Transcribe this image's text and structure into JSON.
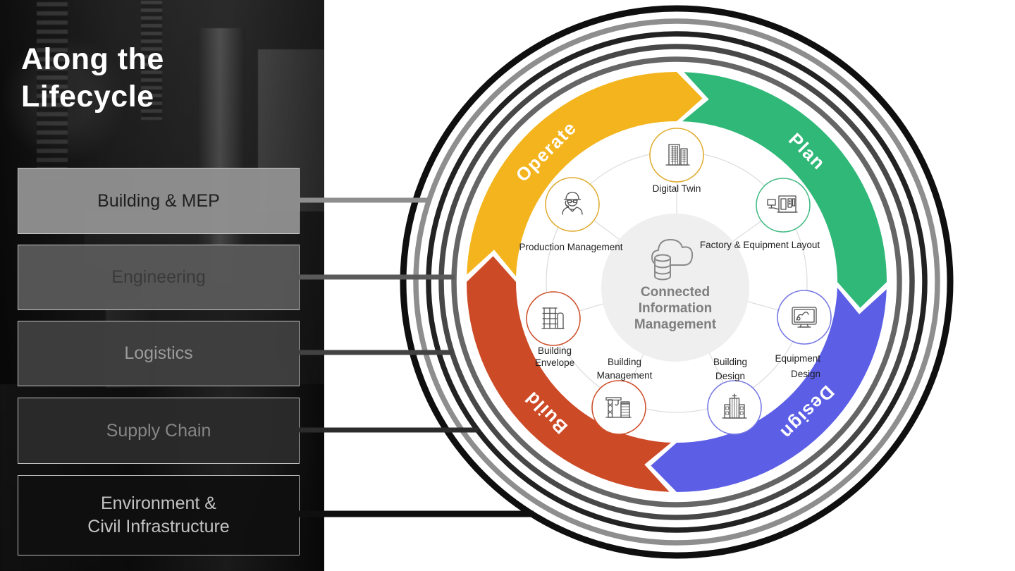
{
  "slide": {
    "title_line1": "Along the",
    "title_line2": "Lifecycle"
  },
  "sidebar": {
    "buttons": [
      {
        "id": "building-mep",
        "label": "Building & MEP"
      },
      {
        "id": "engineering",
        "label": "Engineering"
      },
      {
        "id": "logistics",
        "label": "Logistics"
      },
      {
        "id": "supply-chain",
        "label": "Supply Chain"
      },
      {
        "id": "environment-civil-infrastructure",
        "label_line1": "Environment &",
        "label_line2": "Civil Infrastructure"
      }
    ]
  },
  "diagram": {
    "phases": [
      {
        "label": "Operate",
        "color": "#F4B41D"
      },
      {
        "label": "Plan",
        "color": "#30B878"
      },
      {
        "label": "Design",
        "color": "#5C5FE6"
      },
      {
        "label": "Build",
        "color": "#CD4A27"
      }
    ],
    "center": {
      "icon": "cloud-database-icon",
      "line1": "Connected",
      "line2": "Information",
      "line3": "Management"
    },
    "nodes": [
      {
        "icon": "building-icon",
        "label": "Digital Twin",
        "ring_color": "#E0AC2F"
      },
      {
        "icon": "factory-machine-icon",
        "label": "Factory & Equipment Layout",
        "ring_color": "#44BB85"
      },
      {
        "icon": "cad-monitor-icon",
        "label_line1": "Equipment",
        "label_line2": "Design",
        "ring_color": "#7577E3"
      },
      {
        "icon": "building-antenna-icon",
        "label_line1": "Building",
        "label_line2": "Design",
        "ring_color": "#7577E3"
      },
      {
        "icon": "crane-icon",
        "label_line1": "Building",
        "label_line2": "Management",
        "ring_color": "#CF4F2B"
      },
      {
        "icon": "scaffold-icon",
        "label_line1": "Building",
        "label_line2": "Envelope",
        "ring_color": "#CF4F2B"
      },
      {
        "icon": "worker-icon",
        "label": "Production Management",
        "ring_color": "#E0AC2F"
      }
    ]
  }
}
